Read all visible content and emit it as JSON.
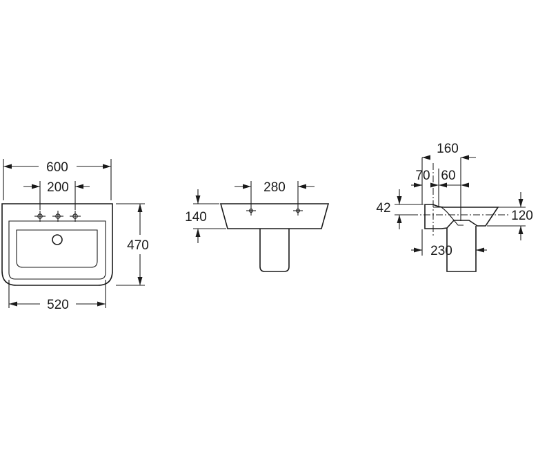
{
  "views": {
    "top": {
      "width_overall": "600",
      "tap_hole_spacing": "200",
      "depth": "470",
      "inner_width": "520"
    },
    "front": {
      "mount_spacing": "280",
      "rim_height": "140"
    },
    "side": {
      "projection": "160",
      "offset_a": "70",
      "offset_b": "60",
      "rim_offset": "42",
      "bowl_height": "120",
      "pedestal_width": "230"
    }
  }
}
